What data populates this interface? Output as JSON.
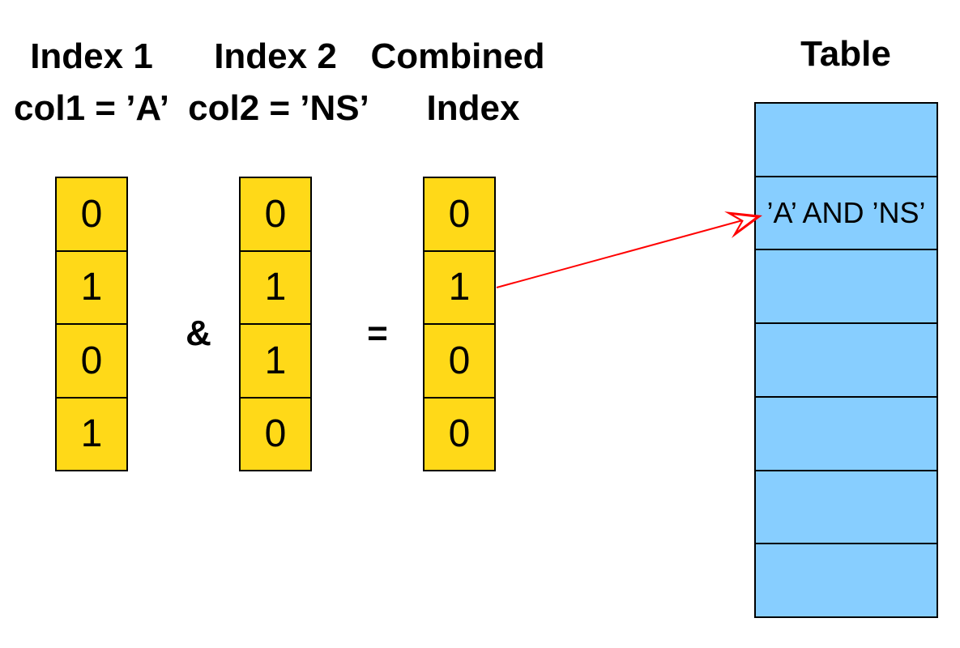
{
  "titles": {
    "index1_line1": "Index 1",
    "index1_line2": "col1 = ’A’",
    "index2_line1": "Index 2",
    "index2_line2": "col2 = ’NS’",
    "combined_line1": "Combined",
    "combined_line2": "Index",
    "table": "Table"
  },
  "operators": {
    "and": "&",
    "equals": "="
  },
  "bitmaps": {
    "index1": [
      "0",
      "1",
      "0",
      "1"
    ],
    "index2": [
      "0",
      "1",
      "1",
      "0"
    ],
    "combined": [
      "0",
      "1",
      "0",
      "0"
    ]
  },
  "table": {
    "rows": [
      "",
      "’A’ AND ’NS’",
      "",
      "",
      "",
      "",
      ""
    ],
    "highlighted_row_index": 1
  },
  "colors": {
    "bitmap_cell": "#ffd918",
    "table_row": "#87ceff",
    "arrow": "#ff0000",
    "text": "#000000"
  }
}
